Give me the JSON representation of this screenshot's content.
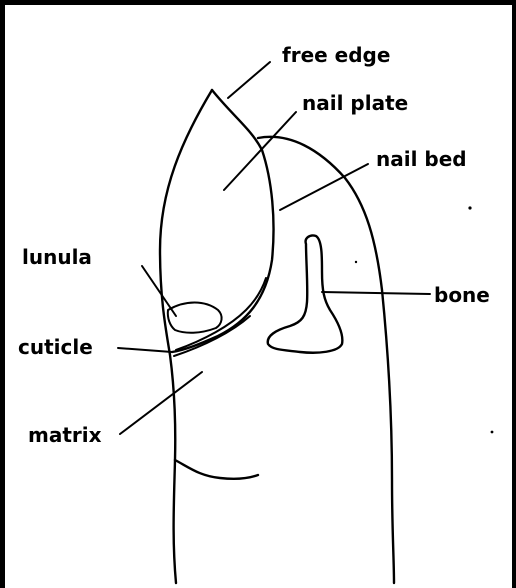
{
  "diagram": {
    "labels": {
      "free_edge": "free edge",
      "nail_plate": "nail plate",
      "nail_bed": "nail bed",
      "lunula": "lunula",
      "bone": "bone",
      "cuticle": "cuticle",
      "matrix": "matrix"
    }
  }
}
